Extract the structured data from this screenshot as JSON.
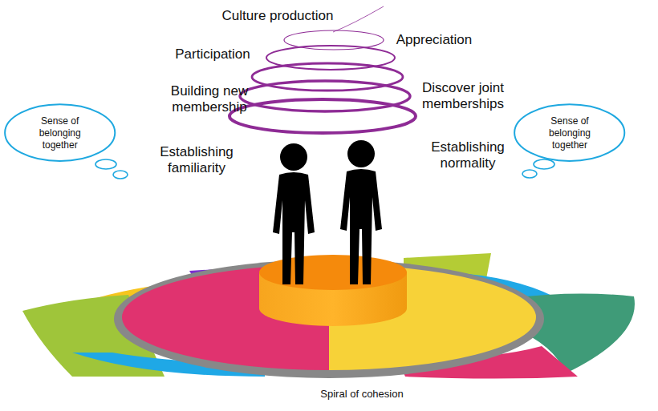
{
  "diagram": {
    "nodes": [
      {
        "text": [
          "Sense of belonging together"
        ]
      },
      {
        "text": [
          "Sense of belonging together"
        ]
      }
    ],
    "labels": [
      "Culture production",
      "Appreciation",
      "Participation",
      "Discover joint memberships",
      "Building new membership",
      "Establishing normality",
      "Establishing familiarity",
      "Spiral of cohesion"
    ]
  }
}
